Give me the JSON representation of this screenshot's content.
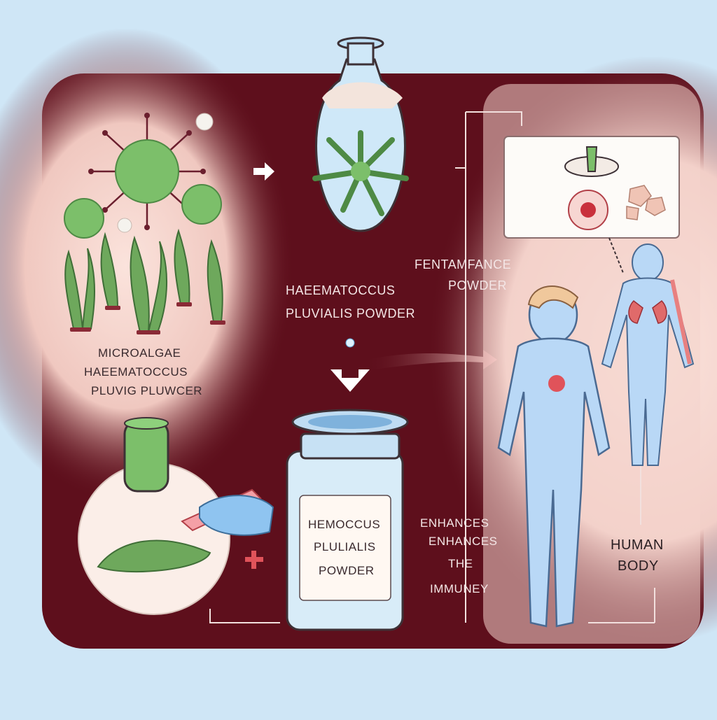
{
  "labels": {
    "microalgae": "MICROALGAE",
    "haematoccus_left": "HAEEMATOCCUS",
    "pluvig": "PLUVIG PLUWCER",
    "haematoccus_center": "HAEEMATOCCUS",
    "pluvialis_powder": "PLUVIALIS POWDER",
    "fentamfance": "FENTAMFANCE",
    "fentamfance_powder": "POWDER",
    "jar_line1": "HEMOCCUS",
    "jar_line2": "PLULIALIS",
    "jar_line3": "POWDER",
    "enhances1": "ENHANCES",
    "enhances2": "ENHANCES",
    "the": "THE",
    "immuney": "IMMUNEY",
    "human": "HUMAN",
    "body": "BODY"
  },
  "colors": {
    "background": "#cfe6f6",
    "panel": "#5e0f1c",
    "panel_glow": "#f6d6cf",
    "algae_green": "#7cbf6a",
    "body_blue": "#b9d8f6",
    "accent_red": "#e0535a"
  }
}
